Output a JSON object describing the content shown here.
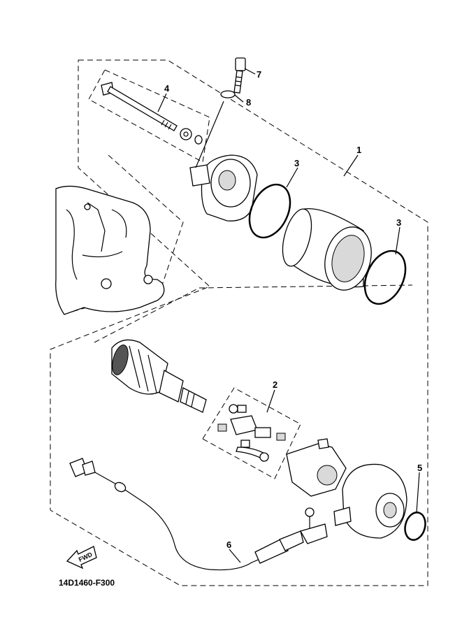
{
  "callouts": {
    "c1": "1",
    "c2": "2",
    "c3a": "3",
    "c3b": "3",
    "c4": "4",
    "c5": "5",
    "c6": "6",
    "c7": "7",
    "c8": "8"
  },
  "figure_code": "14D1460-F300",
  "fwd_label": "FWD"
}
